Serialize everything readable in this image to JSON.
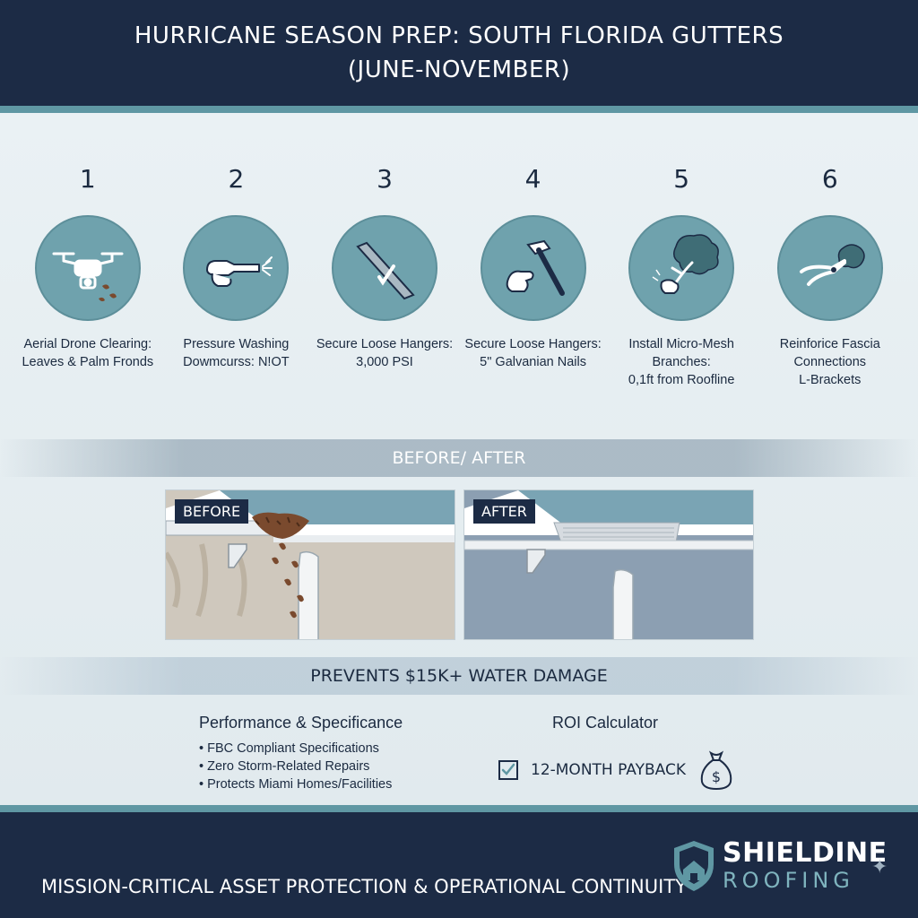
{
  "header": {
    "title_line1": "HURRICANE SEASON PREP: SOUTH FLORIDA GUTTERS",
    "title_line2": "(JUNE-NOVEMBER)"
  },
  "steps": [
    {
      "number": "1",
      "icon": "drone-icon",
      "line1": "Aerial Drone Clearing:",
      "line2": "Leaves & Palm Fronds",
      "line3": ""
    },
    {
      "number": "2",
      "icon": "pressure-washer-icon",
      "line1": "Pressure Washing",
      "line2": "Dowmcurss: N!OT",
      "line3": ""
    },
    {
      "number": "3",
      "icon": "gutter-sealant-icon",
      "line1": "Secure Loose Hangers:",
      "line2": "3,000 PSI",
      "line3": ""
    },
    {
      "number": "4",
      "icon": "hammer-icon",
      "line1": "Secure Loose Hangers:",
      "line2": "5\" Galvanian Nails",
      "line3": ""
    },
    {
      "number": "5",
      "icon": "tree-branch-icon",
      "line1": "Install Micro-Mesh",
      "line2": "Branches:",
      "line3": "0,1ft from Roofline"
    },
    {
      "number": "6",
      "icon": "pruning-shears-icon",
      "line1": "Reinforice Fascia",
      "line2": "Connections",
      "line3": "L-Brackets"
    }
  ],
  "comparison": {
    "heading": "BEFORE/ AFTER",
    "before_label": "BEFORE",
    "after_label": "AFTER"
  },
  "banner": "PREVENTS $15K+ WATER DAMAGE",
  "performance": {
    "title": "Performance & Specificance",
    "items": [
      "FBC Compliant Specifications",
      "Zero Storm-Related Repairs",
      "Protects Miami Homes/Facilities"
    ]
  },
  "roi": {
    "title": "ROI Calculator",
    "item": "12-MONTH PAYBACK"
  },
  "footer": {
    "tagline": "MISSION-CRITICAL ASSET PROTECTION & OPERATIONAL CONTINUITY",
    "brand_name": "SHIELDINE",
    "brand_sub": "ROOFING"
  },
  "colors": {
    "navy": "#1c2b45",
    "teal": "#6fa2ad",
    "accent": "#5f97a3",
    "background": "#e4edf1"
  }
}
